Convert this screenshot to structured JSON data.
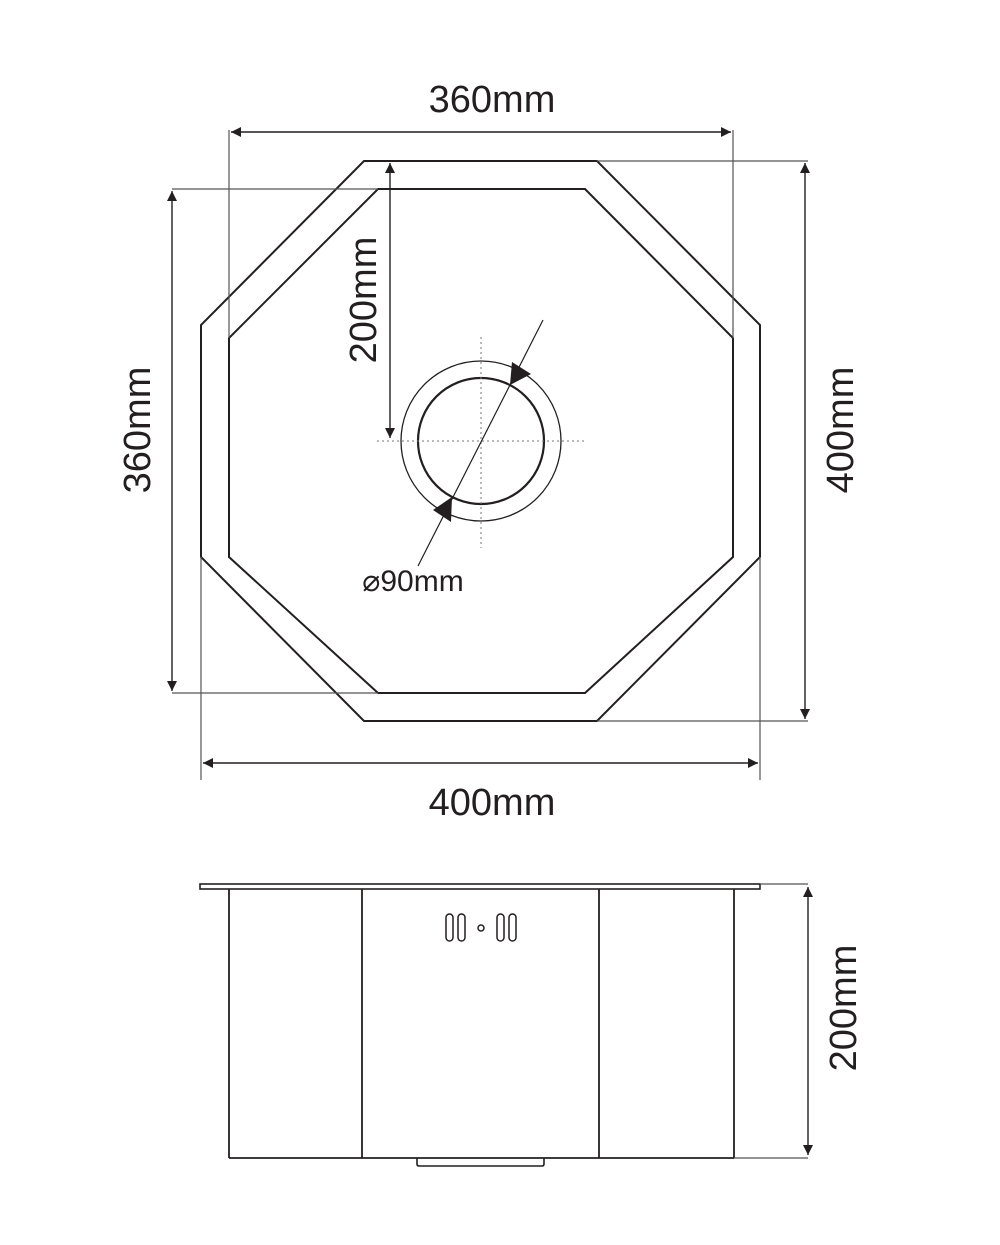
{
  "diagram": {
    "colors": {
      "line": "#231f20",
      "background": "#ffffff",
      "guide": "#555555"
    },
    "top_view": {
      "dim_top_width": "360mm",
      "dim_bottom_width": "400mm",
      "dim_left_height": "360mm",
      "dim_right_height": "400mm",
      "dim_drain_offset": "200mm",
      "dim_drain_diameter": "⌀90mm"
    },
    "side_view": {
      "dim_depth": "200mm"
    }
  }
}
